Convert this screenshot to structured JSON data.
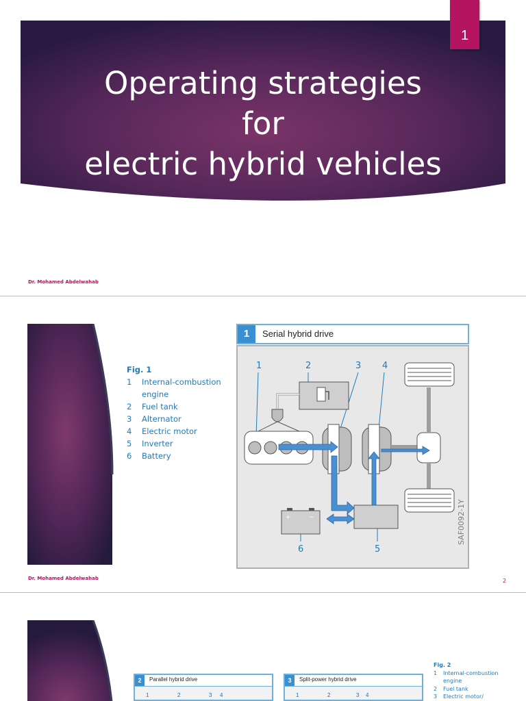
{
  "slides": [
    {
      "title_lines": [
        "Operating strategies",
        "for",
        "electric hybrid vehicles"
      ],
      "page_number": "1",
      "author": "Dr. Mohamed Abdelwahab"
    },
    {
      "author": "Dr. Mohamed Abdelwahab",
      "slide_number": "2",
      "figure": {
        "caption_heading": "Fig. 1",
        "items": [
          {
            "n": "1",
            "label": "Internal-combustion engine"
          },
          {
            "n": "2",
            "label": "Fuel tank"
          },
          {
            "n": "3",
            "label": "Alternator"
          },
          {
            "n": "4",
            "label": "Electric motor"
          },
          {
            "n": "5",
            "label": "Inverter"
          },
          {
            "n": "6",
            "label": "Battery"
          }
        ],
        "diagram_number": "1",
        "diagram_title": "Serial hybrid drive",
        "callouts": [
          "1",
          "2",
          "3",
          "4",
          "5",
          "6"
        ],
        "image_code": "SAF0092-1Y"
      }
    },
    {
      "figure_a": {
        "number": "2",
        "title": "Parallel hybrid drive",
        "callouts": [
          "1",
          "2",
          "3",
          "4"
        ]
      },
      "figure_b": {
        "number": "3",
        "title": "Split-power hybrid drive",
        "callouts": [
          "1",
          "2",
          "3",
          "4"
        ]
      },
      "caption_heading": "Fig. 2",
      "items": [
        {
          "n": "1",
          "label": "Internal-combustion"
        },
        {
          "n": "",
          "label": "engine"
        },
        {
          "n": "2",
          "label": "Fuel tank"
        },
        {
          "n": "3",
          "label": "Electric motor/"
        }
      ]
    }
  ],
  "colors": {
    "accent": "#b3135f",
    "figure_blue": "#1f7ab8",
    "banner_dark": "#2d1a44",
    "banner_mid": "#7a3468"
  }
}
